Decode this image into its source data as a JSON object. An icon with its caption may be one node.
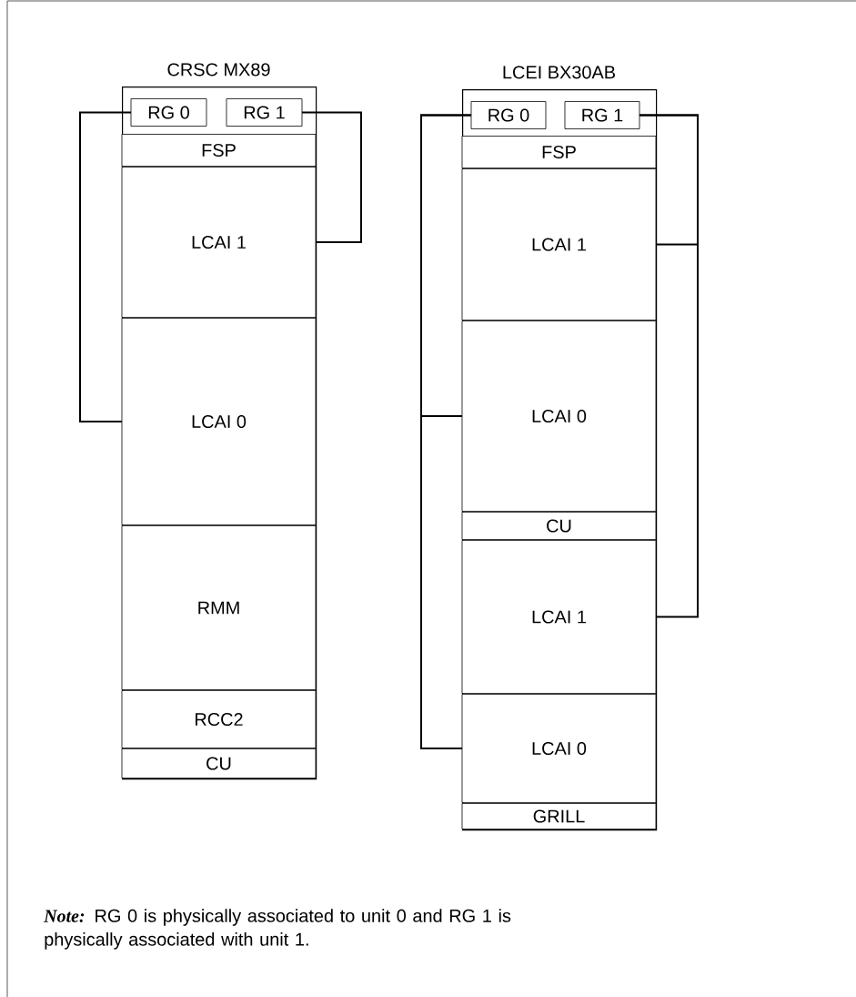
{
  "diagram": {
    "nodes": [
      {
        "text": [
          "CRSC MX89"
        ]
      },
      {
        "text": [
          "RG 0"
        ],
        "in": 0
      },
      {
        "text": [
          "RG 1"
        ],
        "in": 0
      },
      {
        "text": [
          "FSP"
        ],
        "in": 0
      },
      {
        "text": [
          "LCAI 1"
        ],
        "in": 0
      },
      {
        "text": [
          "LCAI 0"
        ],
        "in": 0
      },
      {
        "text": [
          "RMM"
        ],
        "in": 0
      },
      {
        "text": [
          "RCC2"
        ],
        "in": 0
      },
      {
        "text": [
          "CU"
        ],
        "in": 0
      },
      {
        "text": [
          "LCEI BX30AB"
        ]
      },
      {
        "text": [
          "RG 0"
        ],
        "in": 9
      },
      {
        "text": [
          "RG 1"
        ],
        "in": 9
      },
      {
        "text": [
          "FSP"
        ],
        "in": 9
      },
      {
        "text": [
          "LCAI 1"
        ],
        "in": 9
      },
      {
        "text": [
          "LCAI 0"
        ],
        "in": 9
      },
      {
        "text": [
          "CU"
        ],
        "in": 9
      },
      {
        "text": [
          "LCAI 1"
        ],
        "in": 9
      },
      {
        "text": [
          "LCAI 0"
        ],
        "in": 9
      },
      {
        "text": [
          "GRILL"
        ],
        "in": 9
      }
    ],
    "edges": [
      {
        "from": 1,
        "to": 5,
        "arrow": "none"
      },
      {
        "from": 2,
        "to": 4,
        "arrow": "none"
      },
      {
        "from": 10,
        "to": 14,
        "arrow": "none"
      },
      {
        "from": 10,
        "to": 17,
        "arrow": "none"
      },
      {
        "from": 11,
        "to": 13,
        "arrow": "none"
      },
      {
        "from": 11,
        "to": 16,
        "arrow": "none"
      }
    ],
    "labels": [
      "**Note:** RG 0 is physically associated to unit 0 and RG 1 is physically associated with unit 1."
    ]
  }
}
